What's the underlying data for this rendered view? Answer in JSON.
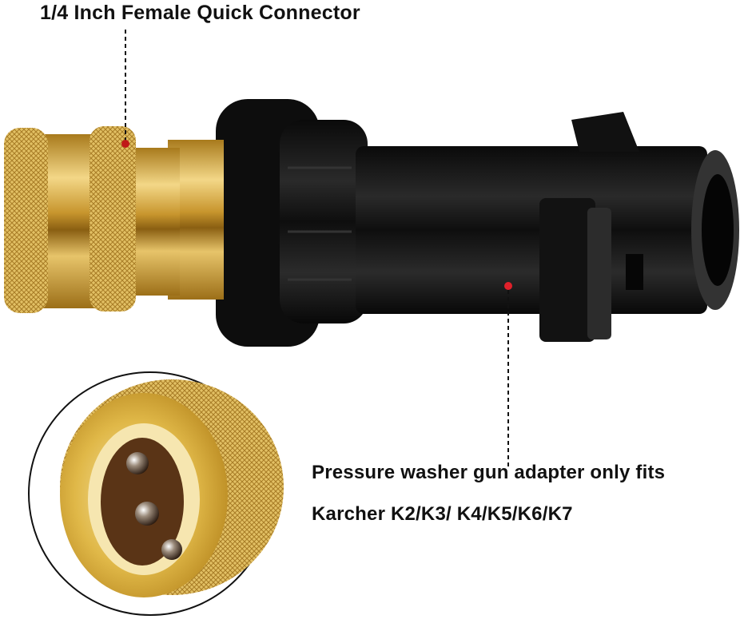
{
  "callouts": {
    "top": {
      "text": "1/4 Inch Female Quick Connector",
      "marker_color": "#c01818"
    },
    "bottom": {
      "line1": "Pressure washer gun adapter only fits",
      "line2": "Karcher K2/K3/ K4/K5/K6/K7",
      "marker_color": "#e0202a"
    }
  },
  "product": {
    "parts": [
      {
        "name": "brass-quick-connector",
        "color": "#d4a83a"
      },
      {
        "name": "black-gun-adapter",
        "color": "#151515"
      },
      {
        "name": "connector-face-closeup",
        "color": "#d9b050"
      }
    ]
  }
}
